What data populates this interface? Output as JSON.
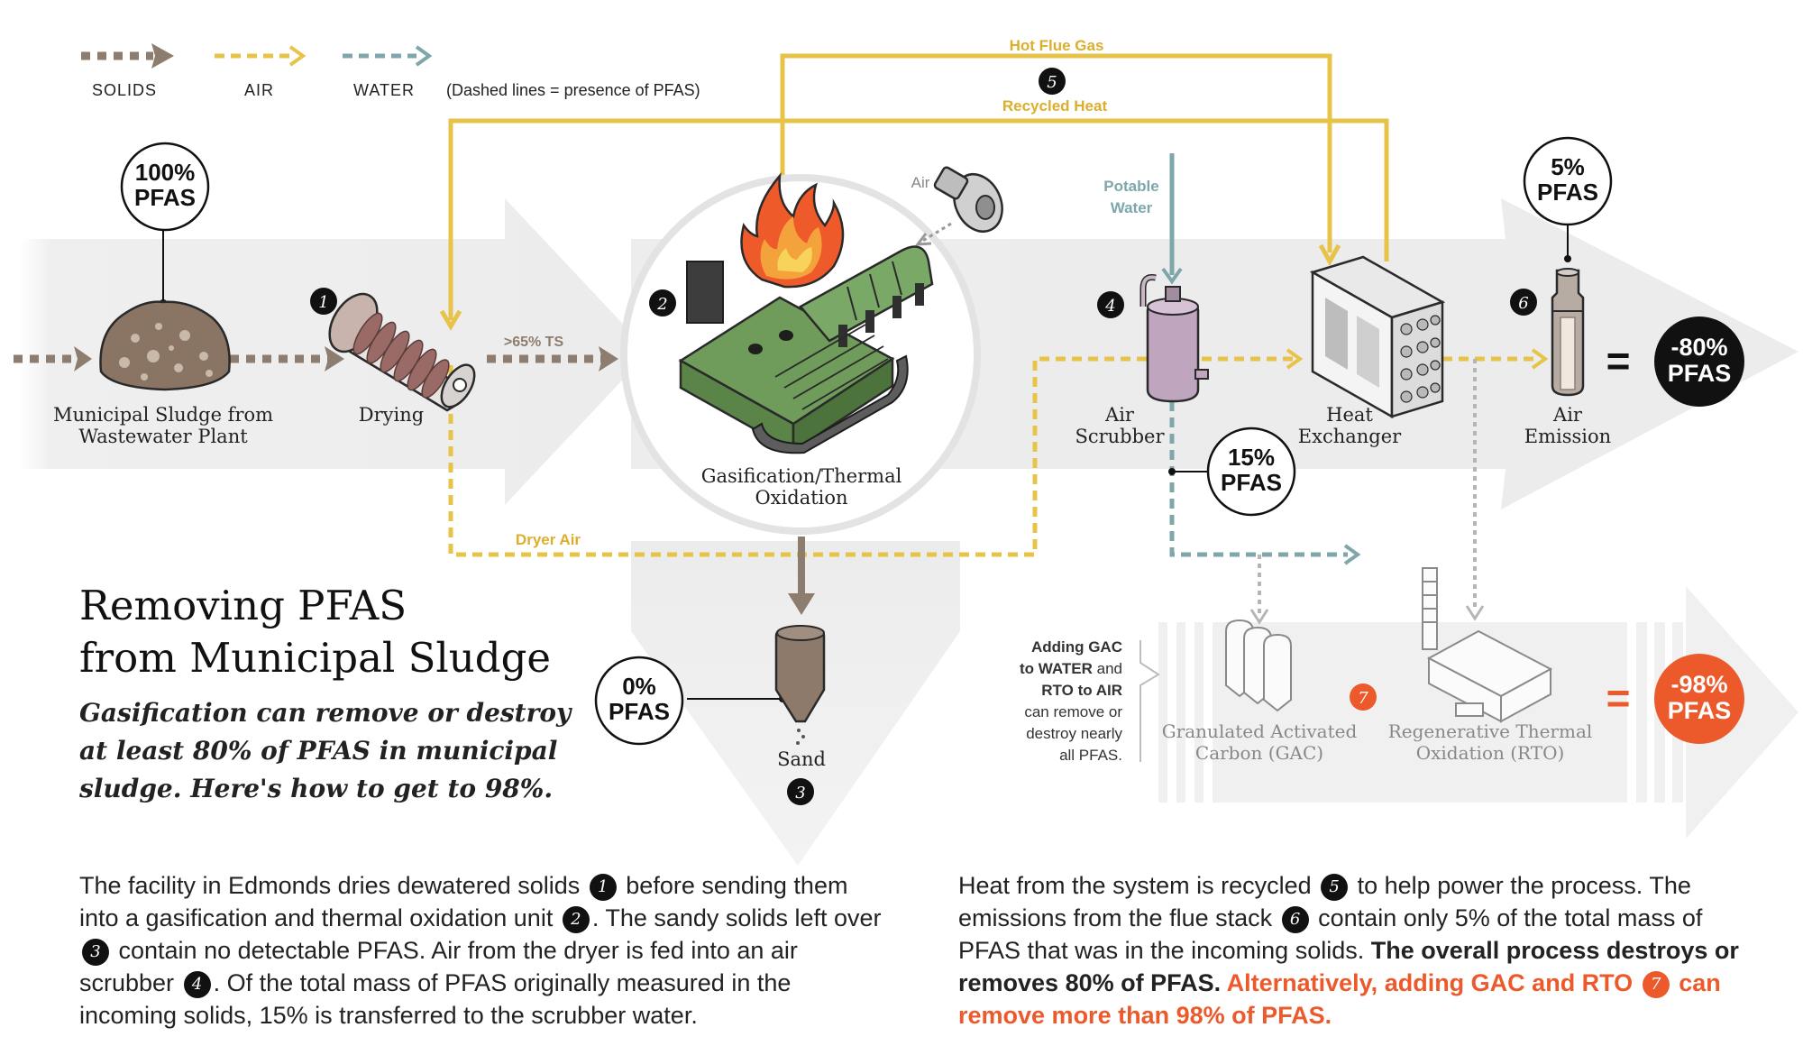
{
  "legend": {
    "solids": "SOLIDS",
    "air": "AIR",
    "water": "WATER",
    "note": "(Dashed lines = presence of PFAS)"
  },
  "flow_labels": {
    "hot_flue_gas": "Hot Flue Gas",
    "recycled_heat": "Recycled Heat",
    "ts": ">65% TS",
    "dryer_air": "Dryer Air",
    "air_in": "Air",
    "potable_water_1": "Potable",
    "potable_water_2": "Water"
  },
  "steps": {
    "sludge": {
      "label_1": "Municipal Sludge from",
      "label_2": "Wastewater Plant"
    },
    "drying": {
      "number": "1",
      "label": "Drying"
    },
    "gasification": {
      "number": "2",
      "label_1": "Gasification/Thermal",
      "label_2": "Oxidation"
    },
    "sand": {
      "number": "3",
      "label": "Sand"
    },
    "scrubber": {
      "number": "4",
      "label_1": "Air",
      "label_2": "Scrubber"
    },
    "recycled_heat": {
      "number": "5"
    },
    "emission": {
      "number": "6",
      "label_1": "Air",
      "label_2": "Emission"
    },
    "heat_exchanger": {
      "label_1": "Heat",
      "label_2": "Exchanger"
    },
    "gac_rto": {
      "number": "7"
    },
    "gac": {
      "label_1": "Granulated Activated",
      "label_2": "Carbon (GAC)"
    },
    "rto": {
      "label_1": "Regenerative Thermal",
      "label_2": "Oxidation (RTO)"
    }
  },
  "pfas": {
    "sludge": {
      "pct": "100%",
      "unit": "PFAS"
    },
    "sand": {
      "pct": "0%",
      "unit": "PFAS"
    },
    "scrubber": {
      "pct": "15%",
      "unit": "PFAS"
    },
    "emission": {
      "pct": "5%",
      "unit": "PFAS"
    },
    "result": {
      "pct": "-80%",
      "unit": "PFAS"
    },
    "result_alt": {
      "pct": "-98%",
      "unit": "PFAS"
    }
  },
  "equals": "=",
  "gac_note": {
    "l1": "Adding GAC",
    "l2a": "to WATER",
    "l2b": " and",
    "l3": "RTO to AIR",
    "l4": "can remove or",
    "l5": "destroy nearly",
    "l6": "all PFAS."
  },
  "title": {
    "line1": "Removing PFAS",
    "line2": "from Municipal Sludge",
    "sub1": "Gasification can remove or destroy",
    "sub2": "at least 80% of PFAS in municipal",
    "sub3": "sludge. Here's how to get to 98%."
  },
  "paragraph_left": {
    "t1": "The facility in Edmonds dries dewatered solids ",
    "n1": "1",
    "t2": " before sending them into a gasification and thermal oxidation unit ",
    "n2": "2",
    "t3": ". The sandy solids left over ",
    "n3": "3",
    "t4": " contain no detectable PFAS. Air from the dryer is fed into an air scrubber ",
    "n4": "4",
    "t5": ". Of the total mass of PFAS originally measured in the incoming solids, 15% is transferred to the scrubber water."
  },
  "paragraph_right": {
    "t1": "Heat from the system is recycled ",
    "n5": "5",
    "t2": " to help power the process. The emissions from the flue stack ",
    "n6": "6",
    "t3": " contain only 5% of the total mass of PFAS that was in the incoming solids. ",
    "b1": "The overall process destroys or removes 80% of PFAS.",
    "o1": " Alternatively, adding GAC and RTO ",
    "n7": "7",
    "o2": " can remove more than 98% of PFAS."
  },
  "colors": {
    "solids": "#8d7d6e",
    "air": "#e8c349",
    "water": "#7fa7ab",
    "accent": "#ec5a2b",
    "band": "#ededed"
  }
}
